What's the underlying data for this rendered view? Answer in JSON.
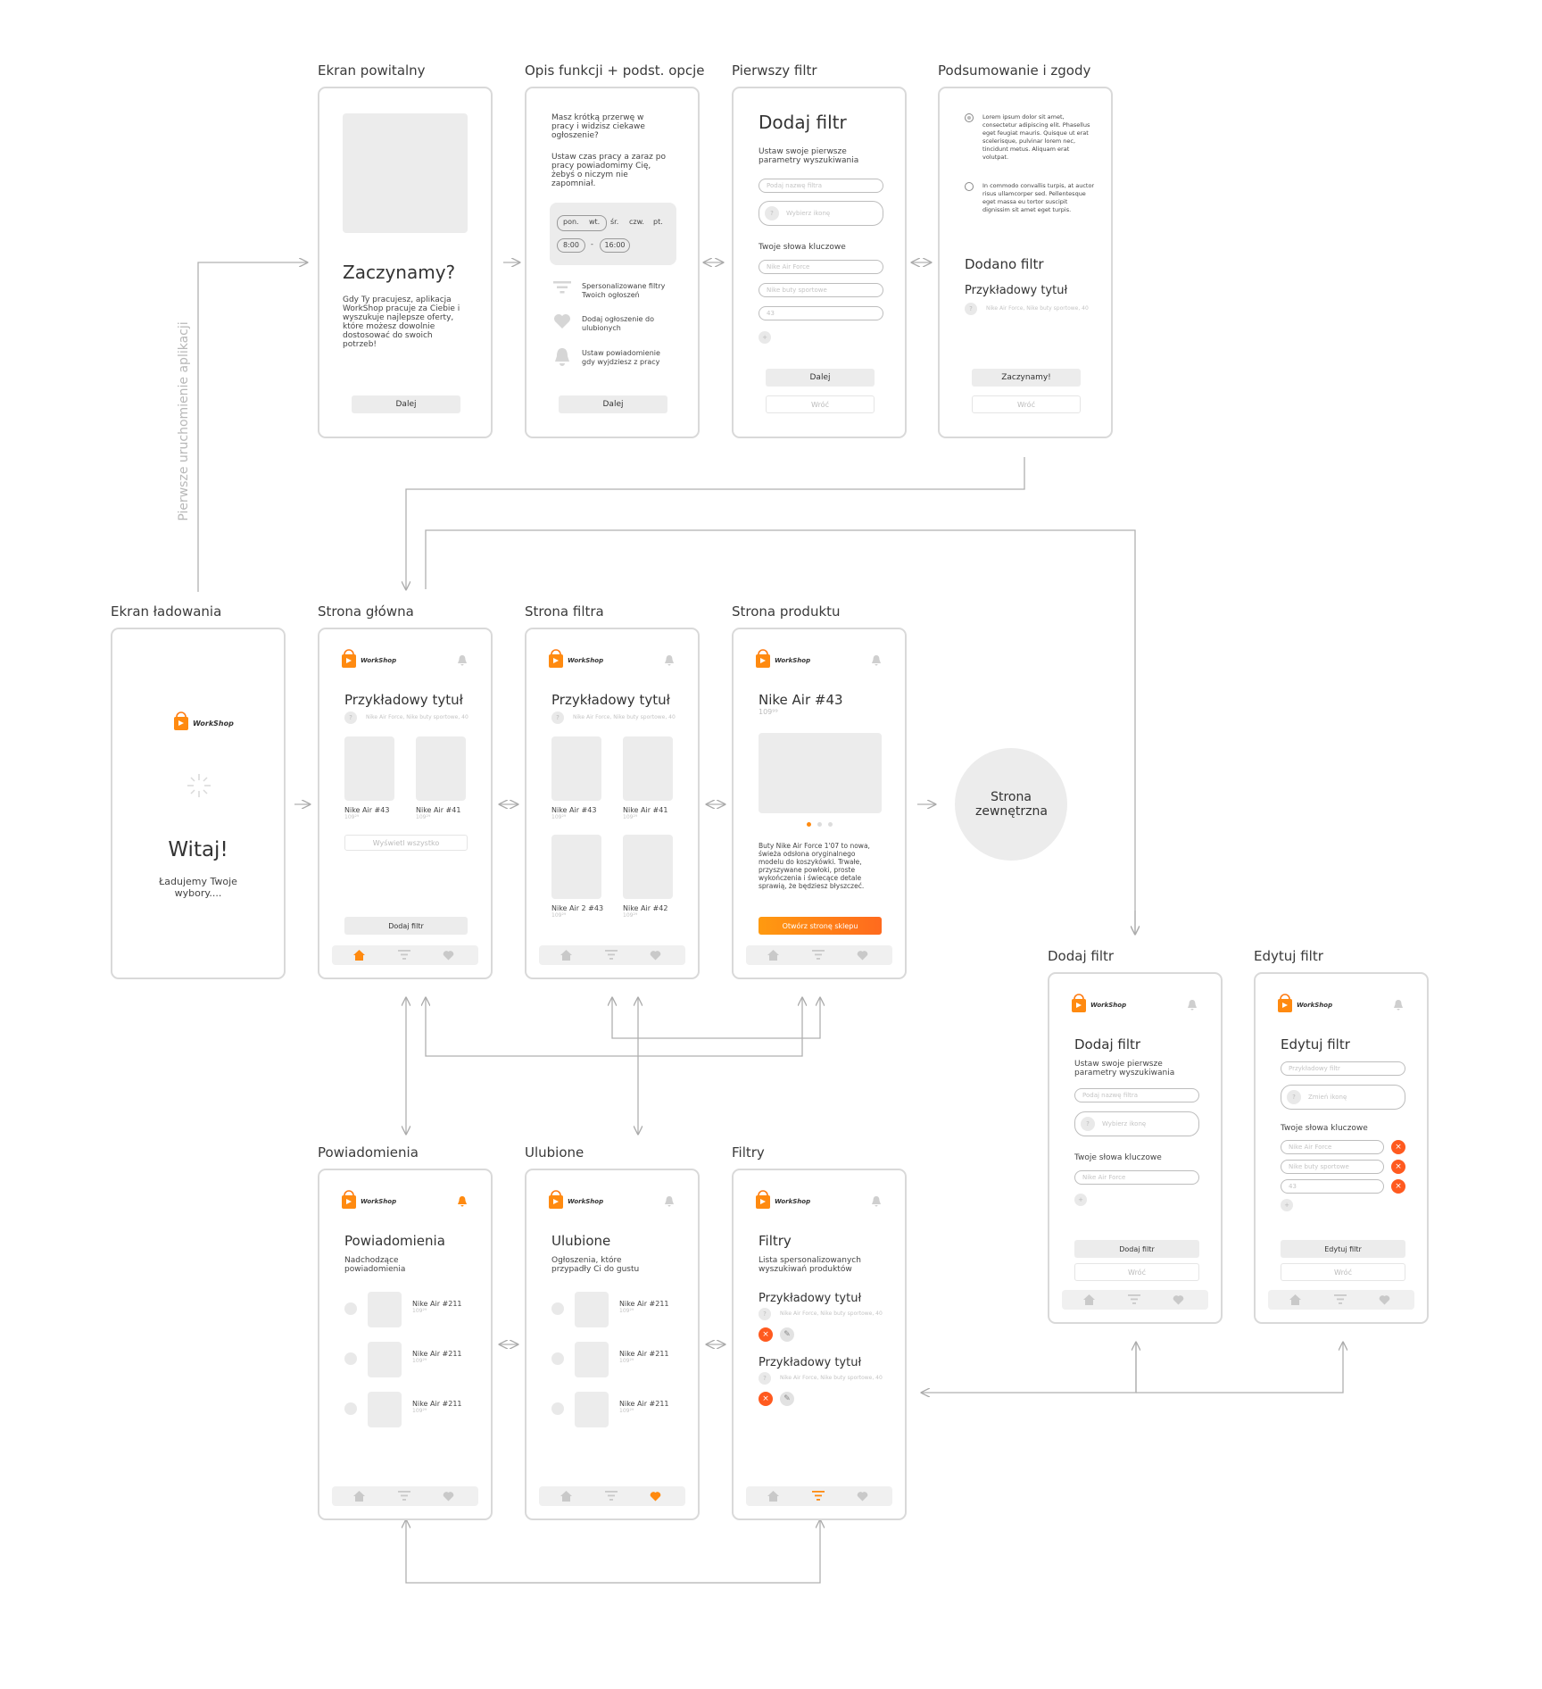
{
  "labels": {
    "welcome": "Ekran powitalny",
    "features": "Opis funkcji + podst. opcje",
    "first_filter": "Pierwszy filtr",
    "summary": "Podsumowanie i zgody",
    "loading": "Ekran ładowania",
    "home": "Strona główna",
    "filter_page": "Strona filtra",
    "product_page": "Strona produktu",
    "add_filter": "Dodaj filtr",
    "edit_filter": "Edytuj filtr",
    "notifications": "Powiadomienia",
    "favorites": "Ulubione",
    "filters": "Filtry",
    "first_launch": "Pierwsze uruchomienie aplikacji",
    "external": "Strona zewnętrzna"
  },
  "brand": {
    "name": "WorkShop",
    "accent": "#ff7a10",
    "accent2": "#ff5a1f"
  },
  "welcome": {
    "title": "Zaczynamy?",
    "body": "Gdy Ty pracujesz, aplikacja WorkShop pracuje za Ciebie i wyszukuje najlepsze oferty, które możesz dowolnie dostosować do swoich potrzeb!",
    "next": "Dalej"
  },
  "features": {
    "intro1": "Masz krótką przerwę w pracy i widzisz ciekawe ogłoszenie?",
    "intro2": "Ustaw czas pracy a zaraz po pracy powiadomimy Cię, żebyś o niczym nie zapomniał.",
    "days": [
      "pon.",
      "wt.",
      "śr.",
      "czw.",
      "pt."
    ],
    "time_from": "8:00",
    "time_sep": "-",
    "time_to": "16:00",
    "items": [
      {
        "icon": "filter-icon",
        "text": "Spersonalizowane filtry Twoich ogłoszeń"
      },
      {
        "icon": "heart-icon",
        "text": "Dodaj ogłoszenie do ulubionych"
      },
      {
        "icon": "bell-icon",
        "text": "Ustaw powiadomienie gdy wyjdziesz z pracy"
      }
    ],
    "next": "Dalej"
  },
  "first_filter": {
    "title": "Dodaj filtr",
    "subtitle": "Ustaw swoje pierwsze parametry wyszukiwania",
    "name_ph": "Podaj nazwę filtra",
    "icon_ph": "Wybierz ikonę",
    "keywords_label": "Twoje słowa kluczowe",
    "keywords": [
      "Nike Air Force",
      "Nike buty sportowe",
      "43"
    ],
    "next": "Dalej",
    "back": "Wróć"
  },
  "summary": {
    "consent1": "Lorem ipsum dolor sit amet, consectetur adipiscing elit. Phasellus eget feugiat mauris. Quisque ut erat scelerisque, pulvinar lorem nec, tincidunt metus. Aliquam erat volutpat.",
    "consent2": "In commodo convallis turpis, at auctor risus ullamcorper sed. Pellentesque eget massa eu tortor suscipit dignissim sit amet eget turpis.",
    "added": "Dodano filtr",
    "example_title": "Przykładowy tytuł",
    "example_tags": "Nike Air Force, Nike buty sportowe, 40",
    "start": "Zaczynamy!",
    "back": "Wróć"
  },
  "loading": {
    "title": "Witaj!",
    "subtitle": "Ładujemy Twoje wybory...."
  },
  "home": {
    "title": "Przykładowy tytuł",
    "tags": "Nike Air Force, Nike buty sportowe, 40",
    "products": [
      {
        "name": "Nike Air #43",
        "price": "109²⁹"
      },
      {
        "name": "Nike Air #41",
        "price": "109²⁹"
      }
    ],
    "show_all": "Wyświetl wszystko",
    "add_filter": "Dodaj filtr"
  },
  "filter_page": {
    "title": "Przykładowy tytuł",
    "tags": "Nike Air Force, Nike buty sportowe, 40",
    "products": [
      {
        "name": "Nike Air #43",
        "price": "109²⁹"
      },
      {
        "name": "Nike Air #41",
        "price": "109²⁹"
      },
      {
        "name": "Nike Air 2 #43",
        "price": "109²⁹"
      },
      {
        "name": "Nike Air #42",
        "price": "109²⁹"
      }
    ]
  },
  "product_page": {
    "title": "Nike Air #43",
    "price": "109⁹⁹",
    "description": "Buty Nike Air Force 1'07 to nowa, świeża odsłona oryginalnego modelu do koszykówki. Trwałe, przyszywane powłoki, proste wykończenia i świecące detale sprawią, że będziesz błyszczeć.",
    "cta": "Otwórz stronę sklepu"
  },
  "add_filter": {
    "title": "Dodaj filtr",
    "subtitle": "Ustaw swoje pierwsze parametry wyszukiwania",
    "name_ph": "Podaj nazwę filtra",
    "icon_ph": "Wybierz ikonę",
    "keywords_label": "Twoje słowa kluczowe",
    "keywords": [
      "Nike Air Force"
    ],
    "submit": "Dodaj filtr",
    "back": "Wróć"
  },
  "edit_filter": {
    "title": "Edytuj filtr",
    "name_value": "Przykładowy filtr",
    "icon_ph": "Zmień ikonę",
    "keywords_label": "Twoje słowa kluczowe",
    "keywords": [
      "Nike Air Force",
      "Nike buty sportowe",
      "43"
    ],
    "submit": "Edytuj filtr",
    "back": "Wróć"
  },
  "notifications": {
    "title": "Powiadomienia",
    "subtitle": "Nadchodzące powiadomienia",
    "items": [
      {
        "name": "Nike Air #211",
        "price": "109²⁹"
      },
      {
        "name": "Nike Air #211",
        "price": "109²⁹"
      },
      {
        "name": "Nike Air #211",
        "price": "109²⁹"
      }
    ]
  },
  "favorites": {
    "title": "Ulubione",
    "subtitle": "Ogłoszenia, które przypadły Ci do gustu",
    "items": [
      {
        "name": "Nike Air #211",
        "price": "109²⁹"
      },
      {
        "name": "Nike Air #211",
        "price": "109²⁹"
      },
      {
        "name": "Nike Air #211",
        "price": "109²⁹"
      }
    ]
  },
  "filters": {
    "title": "Filtry",
    "subtitle": "Lista spersonalizowanych wyszukiwań produktów",
    "items": [
      {
        "title": "Przykładowy tytuł",
        "tags": "Nike Air Force, Nike buty sportowe, 40"
      },
      {
        "title": "Przykładowy tytuł",
        "tags": "Nike Air Force, Nike buty sportowe, 40"
      }
    ]
  }
}
